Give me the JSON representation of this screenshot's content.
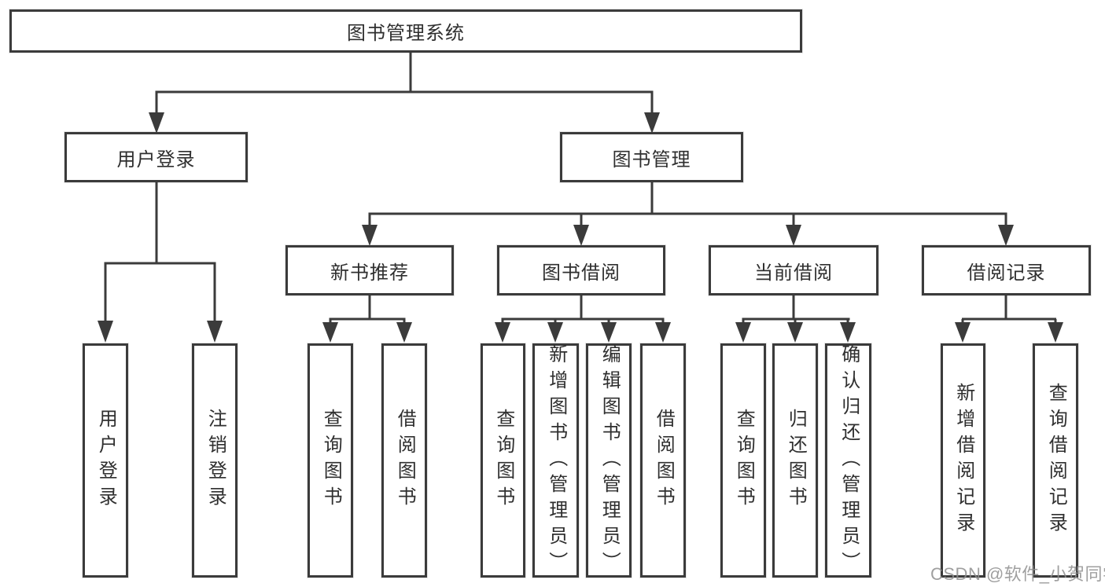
{
  "diagram": {
    "type": "function-structure-tree",
    "title": "图书管理系统",
    "nodes": {
      "root": {
        "label": "图书管理系统"
      },
      "user_login": {
        "label": "用户登录"
      },
      "book_mgmt": {
        "label": "图书管理"
      },
      "new_book_rec": {
        "label": "新书推荐"
      },
      "book_borrow": {
        "label": "图书借阅"
      },
      "current_borrow": {
        "label": "当前借阅"
      },
      "borrow_record": {
        "label": "借阅记录"
      },
      "leaf_user_login": {
        "label": "用户登录"
      },
      "leaf_logout": {
        "label": "注销登录"
      },
      "leaf_query_book_rec": {
        "label": "查询图书"
      },
      "leaf_borrow_book_rec": {
        "label": "借阅图书"
      },
      "leaf_query_book_borrow": {
        "label": "查询图书"
      },
      "leaf_add_book": {
        "label": "新增图书（管理员）"
      },
      "leaf_edit_book": {
        "label": "编辑图书（管理员）"
      },
      "leaf_borrow_book_borrow": {
        "label": "借阅图书"
      },
      "leaf_query_book_current": {
        "label": "查询图书"
      },
      "leaf_return_book": {
        "label": "归还图书"
      },
      "leaf_confirm_return": {
        "label": "确认归还（管理员）"
      },
      "leaf_add_borrow_record": {
        "label": "新增借阅记录"
      },
      "leaf_query_borrow_record": {
        "label": "查询借阅记录"
      }
    },
    "edges": [
      [
        "root",
        "user_login"
      ],
      [
        "root",
        "book_mgmt"
      ],
      [
        "user_login",
        "leaf_user_login"
      ],
      [
        "user_login",
        "leaf_logout"
      ],
      [
        "book_mgmt",
        "new_book_rec"
      ],
      [
        "book_mgmt",
        "book_borrow"
      ],
      [
        "book_mgmt",
        "current_borrow"
      ],
      [
        "book_mgmt",
        "borrow_record"
      ],
      [
        "new_book_rec",
        "leaf_query_book_rec"
      ],
      [
        "new_book_rec",
        "leaf_borrow_book_rec"
      ],
      [
        "book_borrow",
        "leaf_query_book_borrow"
      ],
      [
        "book_borrow",
        "leaf_add_book"
      ],
      [
        "book_borrow",
        "leaf_edit_book"
      ],
      [
        "book_borrow",
        "leaf_borrow_book_borrow"
      ],
      [
        "current_borrow",
        "leaf_query_book_current"
      ],
      [
        "current_borrow",
        "leaf_return_book"
      ],
      [
        "current_borrow",
        "leaf_confirm_return"
      ],
      [
        "borrow_record",
        "leaf_add_borrow_record"
      ],
      [
        "borrow_record",
        "leaf_query_borrow_record"
      ]
    ]
  },
  "watermark": "CSDN @软件_小贺同学",
  "colors": {
    "line": "#3b3b3b",
    "text": "#2f2f2f",
    "watermark": "#8f8f8f",
    "background": "#ffffff"
  }
}
